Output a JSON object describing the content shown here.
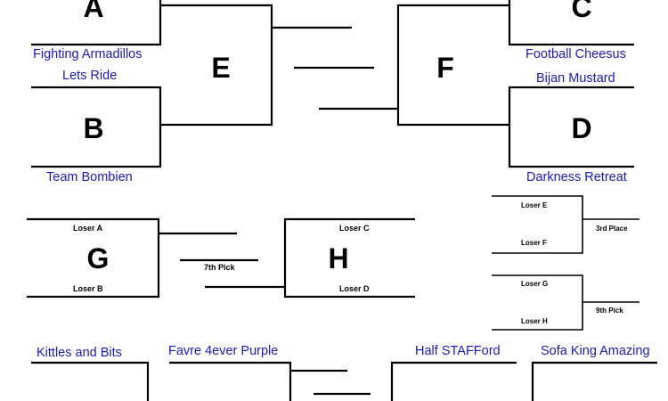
{
  "colors": {
    "line": "#000000",
    "team_text": "#1a1ab8",
    "label_text": "#000000",
    "background": "#ffffff"
  },
  "letters": {
    "a": "A",
    "b": "B",
    "c": "C",
    "d": "D",
    "e": "E",
    "f": "F",
    "g": "G",
    "h": "H"
  },
  "teams": {
    "fighting_armadillos": "Fighting Armadillos",
    "lets_ride": "Lets Ride",
    "team_bombien": "Team Bombien",
    "football_cheesus": "Football Cheesus",
    "bijan_mustard": "Bijan Mustard",
    "darkness_retreat": "Darkness Retreat",
    "kittles_and_bits": "Kittles and Bits",
    "favre_4ever_purple": "Favre 4ever Purple",
    "half_stafford": "Half STAFFord",
    "sofa_king_amazing": "Sofa King Amazing"
  },
  "labels": {
    "loser_a": "Loser A",
    "loser_b": "Loser B",
    "loser_c": "Loser C",
    "loser_d": "Loser D",
    "seventh_pick": "7th Pick",
    "loser_e": "Loser E",
    "loser_f": "Loser F",
    "third_place": "3rd Place",
    "loser_g": "Loser G",
    "loser_h": "Loser H",
    "ninth_pick": "9th Pick"
  }
}
